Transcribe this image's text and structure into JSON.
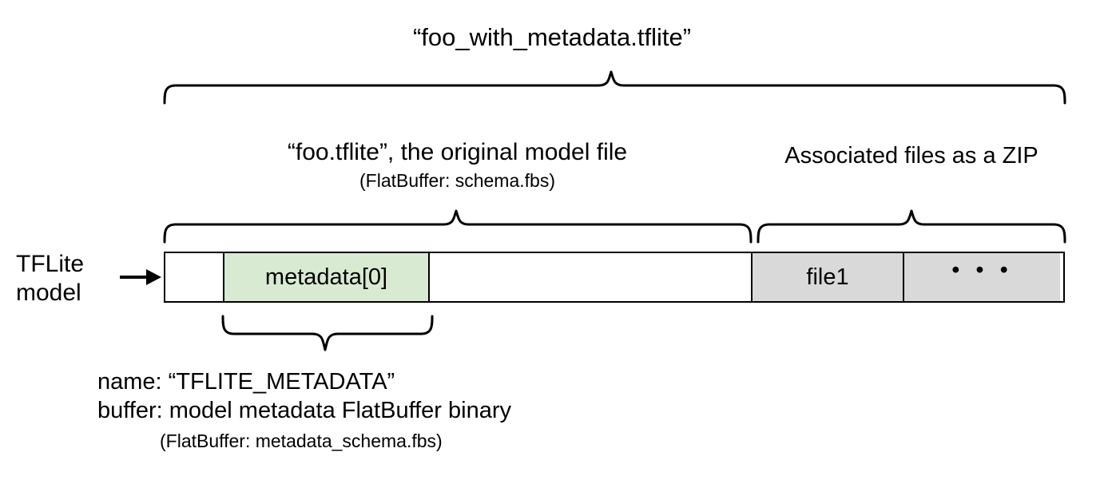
{
  "diagram": {
    "title": "“foo_with_metadata.tflite”",
    "model_file_label": "“foo.tflite”, the original model file",
    "model_file_sublabel": "(FlatBuffer: schema.fbs)",
    "zip_label": "Associated files as a ZIP",
    "source_label_line1": "TFLite",
    "source_label_line2": "model",
    "segments": [
      {
        "name": "empty-left",
        "label": "",
        "color": "#ffffff"
      },
      {
        "name": "metadata",
        "label": "metadata[0]",
        "color": "#d9ead3"
      },
      {
        "name": "empty-mid",
        "label": "",
        "color": "#ffffff"
      },
      {
        "name": "file1",
        "label": "file1",
        "color": "#d9d9d9"
      },
      {
        "name": "more",
        "label": "• • •",
        "color": "#d9d9d9"
      }
    ],
    "caption": {
      "line1": "name: “TFLITE_METADATA”",
      "line2": "buffer: model metadata FlatBuffer binary",
      "line3": "(FlatBuffer: metadata_schema.fbs)"
    },
    "colors": {
      "metadata_fill": "#d9ead3",
      "zip_fill": "#d9d9d9",
      "stroke": "#000000",
      "background": "#ffffff"
    }
  }
}
